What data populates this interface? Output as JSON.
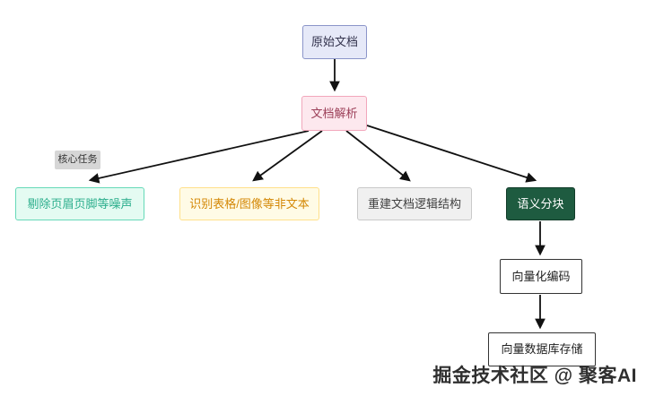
{
  "diagram": {
    "nodes": {
      "source": {
        "label": "原始文档"
      },
      "parse": {
        "label": "文档解析"
      },
      "core": {
        "label": "核心任务"
      },
      "noise": {
        "label": "剔除页眉页脚等噪声"
      },
      "nontext": {
        "label": "识别表格/图像等非文本"
      },
      "structure": {
        "label": "重建文档逻辑结构"
      },
      "chunk": {
        "label": "语义分块"
      },
      "vectorize": {
        "label": "向量化编码"
      },
      "store": {
        "label": "向量数据库存储"
      }
    },
    "edges": [
      {
        "from": "source",
        "to": "parse"
      },
      {
        "from": "parse",
        "to": "noise"
      },
      {
        "from": "parse",
        "to": "nontext"
      },
      {
        "from": "parse",
        "to": "structure"
      },
      {
        "from": "parse",
        "to": "chunk"
      },
      {
        "from": "chunk",
        "to": "vectorize"
      },
      {
        "from": "vectorize",
        "to": "store"
      }
    ],
    "colors": {
      "source_bg": "#e6e9f8",
      "source_border": "#8b95c9",
      "parse_bg": "#fde8ee",
      "parse_border": "#f2a7bb",
      "parse_text": "#9b3e57",
      "core_bg": "#d6d6d6",
      "core_text": "#333333",
      "noise_bg": "#e4fbf2",
      "noise_border": "#66d9b8",
      "noise_text": "#2bae8c",
      "nontext_bg": "#fffbe6",
      "nontext_border": "#ffe08a",
      "nontext_text": "#d48806",
      "structure_bg": "#f0f0f0",
      "structure_border": "#c9c9c9",
      "structure_text": "#404040",
      "chunk_bg": "#1e5b40",
      "chunk_text": "#ffffff",
      "vector_bg": "#ffffff",
      "vector_border": "#333333",
      "arrow": "#111111"
    }
  },
  "watermark": {
    "text": "掘金技术社区 @ 聚客AI"
  }
}
